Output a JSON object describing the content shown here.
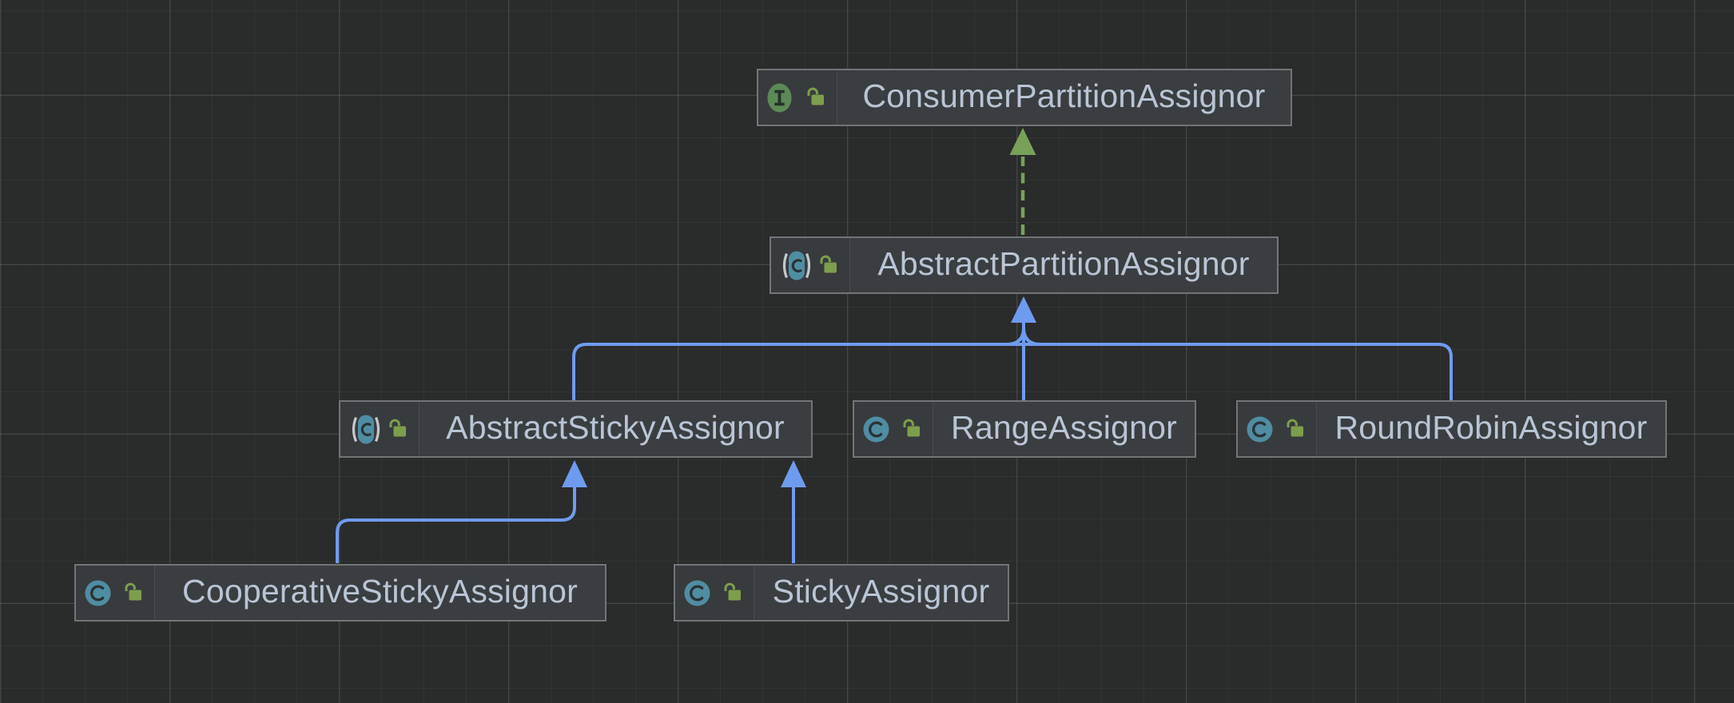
{
  "diagram": {
    "canvas": {
      "background_color": "#2a2b2b",
      "grid": "on",
      "grid_minor_color": "#333434",
      "grid_major_color": "#3d3e3e"
    },
    "node_style": {
      "fill_color": "#3b3e40",
      "border_color": "#717577",
      "text_color": "#b9c5d4"
    },
    "edge_styles": {
      "extends": {
        "color": "#6f9bef",
        "line": "solid",
        "arrowhead": "filled-triangle"
      },
      "implements": {
        "color": "#77a159",
        "line": "dashed",
        "arrowhead": "filled-triangle"
      }
    },
    "icon_colors": {
      "interface_icon_green": "#5b8a57",
      "class_icon_teal": "#4f8da3",
      "abstract_parens_gray": "#c3c9ce",
      "lock_icon_green": "#7d9e4d",
      "glyph_dark": "#2b3335"
    },
    "nodes": [
      {
        "label": "ConsumerPartitionAssignor",
        "type": "interface",
        "type_icon": "interface-icon",
        "modifier_icon": "unlocked-lock-icon"
      },
      {
        "label": "AbstractPartitionAssignor",
        "type": "abstract-class",
        "type_icon": "abstract-class-icon",
        "modifier_icon": "unlocked-lock-icon"
      },
      {
        "label": "AbstractStickyAssignor",
        "type": "abstract-class",
        "type_icon": "abstract-class-icon",
        "modifier_icon": "unlocked-lock-icon"
      },
      {
        "label": "RangeAssignor",
        "type": "class",
        "type_icon": "class-icon",
        "modifier_icon": "unlocked-lock-icon"
      },
      {
        "label": "RoundRobinAssignor",
        "type": "class",
        "type_icon": "class-icon",
        "modifier_icon": "unlocked-lock-icon"
      },
      {
        "label": "CooperativeStickyAssignor",
        "type": "class",
        "type_icon": "class-icon",
        "modifier_icon": "unlocked-lock-icon"
      },
      {
        "label": "StickyAssignor",
        "type": "class",
        "type_icon": "class-icon",
        "modifier_icon": "unlocked-lock-icon"
      }
    ],
    "edges": [
      {
        "from": "AbstractPartitionAssignor",
        "to": "ConsumerPartitionAssignor",
        "relation": "implements"
      },
      {
        "from": "AbstractStickyAssignor",
        "to": "AbstractPartitionAssignor",
        "relation": "extends"
      },
      {
        "from": "RangeAssignor",
        "to": "AbstractPartitionAssignor",
        "relation": "extends"
      },
      {
        "from": "RoundRobinAssignor",
        "to": "AbstractPartitionAssignor",
        "relation": "extends"
      },
      {
        "from": "CooperativeStickyAssignor",
        "to": "AbstractStickyAssignor",
        "relation": "extends"
      },
      {
        "from": "StickyAssignor",
        "to": "AbstractStickyAssignor",
        "relation": "extends"
      }
    ]
  }
}
